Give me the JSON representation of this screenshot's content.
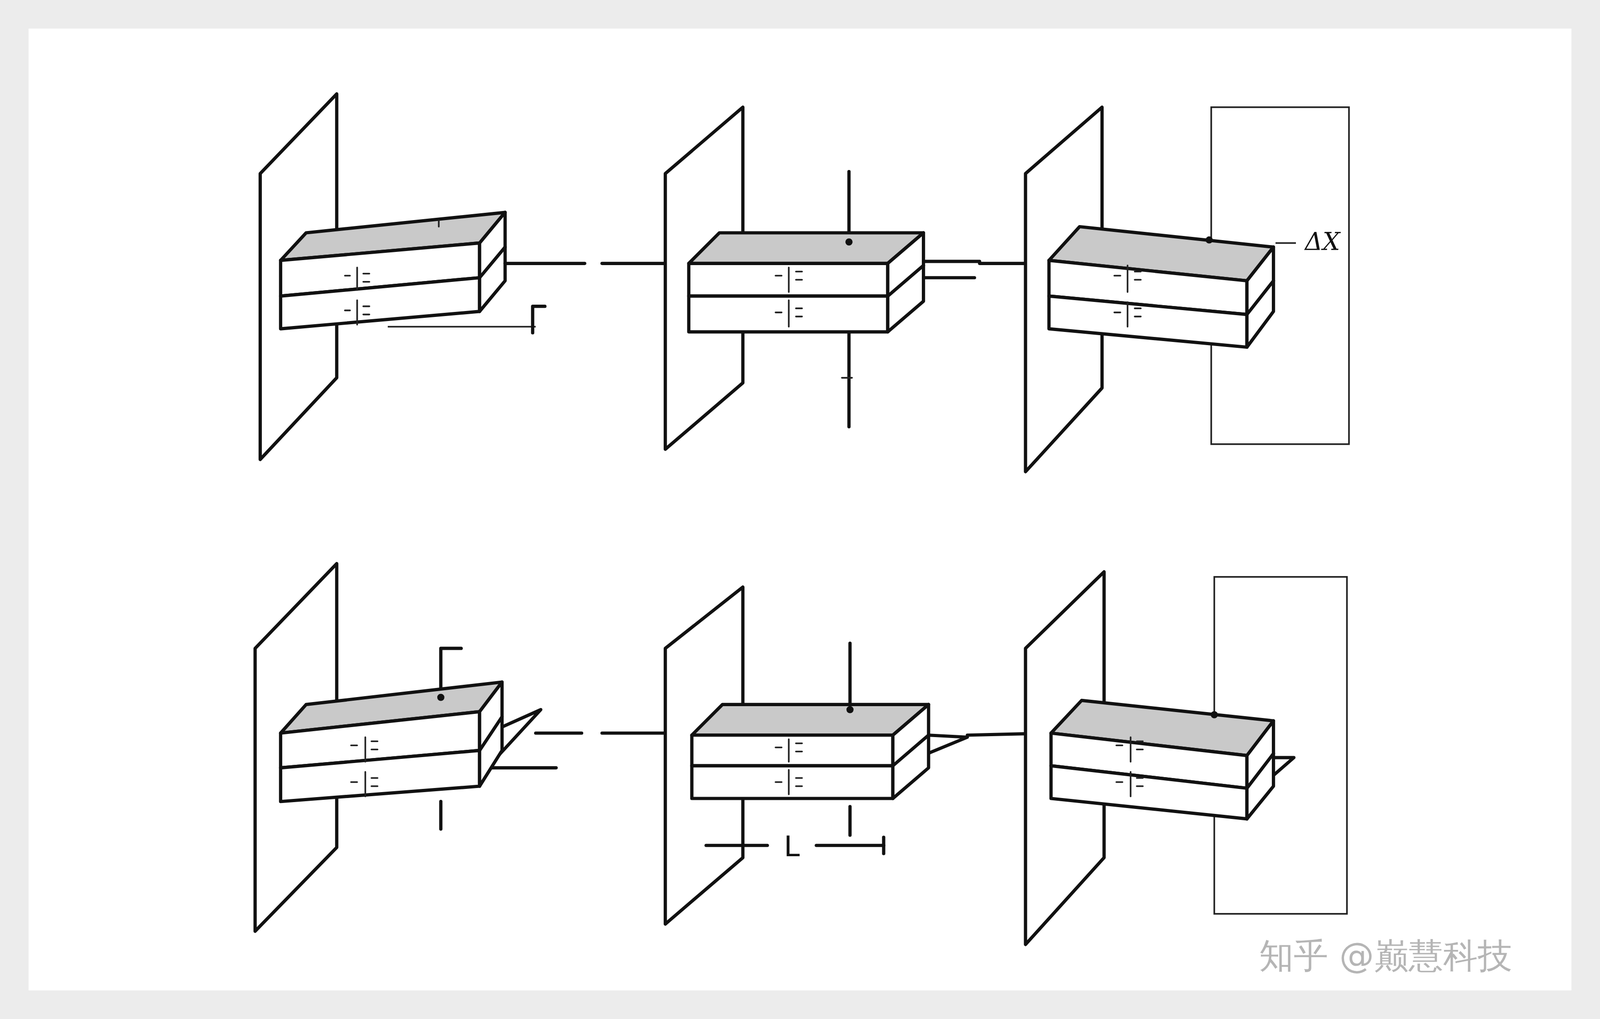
{
  "diagram": {
    "labels": [
      "ΔX",
      "L",
      "知乎 @巅慧科技"
    ]
  }
}
